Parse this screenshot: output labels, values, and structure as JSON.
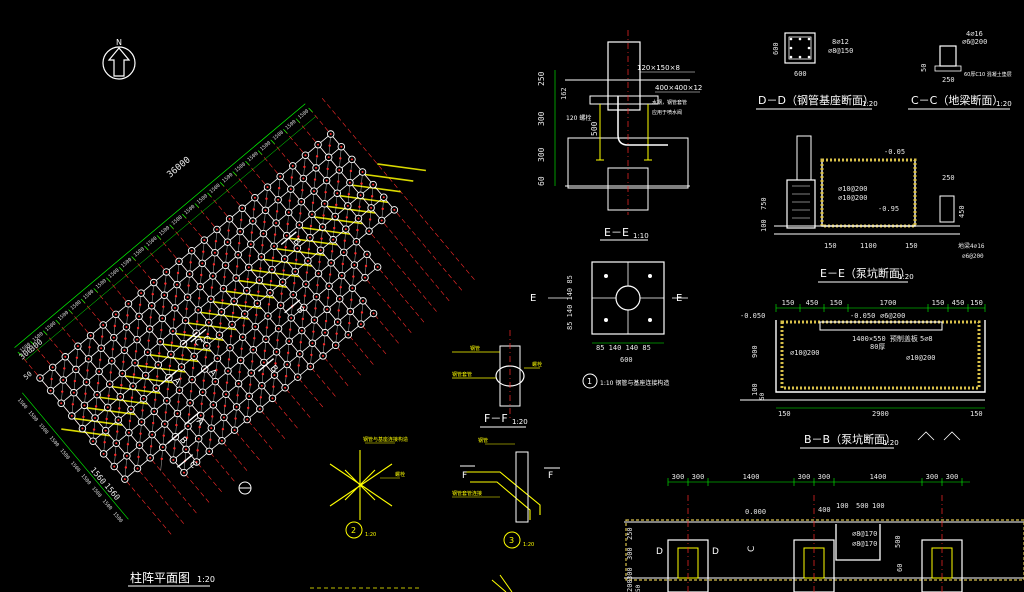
{
  "titles": {
    "plan": "柱阵平面图",
    "plan_scale": "1:20",
    "sec_ee": "E－E",
    "sec_ee_scale": "1:10",
    "sec_ff": "F－F",
    "sec_ff_scale": "1:20",
    "sec_dd": "D－D（钢管基座断面）",
    "sec_dd_scale": "1:20",
    "sec_cc": "C－C（地梁断面）",
    "sec_cc_scale": "1:20",
    "sec_ee_pit": "E－E（泵坑断面）",
    "sec_ee_pit_scale": "1:20",
    "sec_bb": "B－B（泵坑断面）",
    "sec_bb_scale": "1:20",
    "detail1_num": "1",
    "detail1_text": "1:10 钢管与基座连接构造"
  },
  "north": {
    "label": "N"
  },
  "plan_dims": {
    "overall": "36000",
    "left_a": "300",
    "left_b": "300",
    "left_c": "50",
    "bottom_a": "1560",
    "bottom_b": "1560",
    "marks": [
      "B",
      "A",
      "B",
      "C",
      "A",
      "B",
      "A",
      "C",
      "C",
      "B"
    ]
  },
  "ee": {
    "plate_top": "120×150×8",
    "plate_base": "400×400×12",
    "note1": "水钢，钢管套管",
    "note2": "应用于喷水阀",
    "left_note": "120 螺栓",
    "d1": "250",
    "d2": "162",
    "d3": "300",
    "d4": "500",
    "d5": "300",
    "d6": "60"
  },
  "base_plan": {
    "label_left": "E",
    "label_right": "E",
    "vert": "85 140 140 85",
    "horz": "85 140 140 85",
    "total": "600"
  },
  "dd": {
    "h": "600",
    "w": "600",
    "rebar1": "8⌀12",
    "rebar2": "⌀8@150"
  },
  "cc": {
    "rebar1": "4⌀16",
    "rebar2": "⌀6@200",
    "h": "50",
    "w": "250",
    "note": "60厚C10 混凝土垫层"
  },
  "pit_ee": {
    "lvl1": "-0.05",
    "lvl2": "-0.95",
    "r1": "⌀10@200",
    "r2": "⌀10@200",
    "d_left": "750",
    "d_bot": "100",
    "w1": "150",
    "w2": "1100",
    "w3": "150",
    "beam_w": "250",
    "beam_h": "450",
    "beam_r": "地梁4⌀16",
    "beam_s": "⌀6@200"
  },
  "pit_bb": {
    "top": [
      "150",
      "450",
      "150",
      "1700",
      "150",
      "450",
      "150"
    ],
    "lvl_a": "-0.050",
    "lvl_b": "-0.050",
    "r_top": "⌀6@200",
    "note_a": "1400×550 预制盖板",
    "note_b": "80厚",
    "note_c": "5⌀8",
    "r_left": "⌀10@200",
    "r_mid": "⌀10@200",
    "h1": "900",
    "h2": "100",
    "h3": "50",
    "bot_l": "150",
    "bot_m": "2900",
    "bot_r": "150"
  },
  "bottom_strip": {
    "top": [
      "300",
      "300",
      "1400",
      "300",
      "300",
      "1400",
      "300",
      "300"
    ],
    "lvl": "0.000",
    "mid": [
      "400",
      "100",
      "500",
      "100"
    ],
    "rebar": "⌀8@170",
    "rebar2": "⌀8@170",
    "marks": [
      "D",
      "D",
      "C"
    ],
    "left_dims": [
      "250",
      "300",
      "300",
      "200",
      "50"
    ],
    "right_dim": "500",
    "right_dim2": "60"
  },
  "ff": {
    "n1": "钢管",
    "n2": "钢管套管",
    "n3": "螺栓",
    "n4": "钢管与基座连接"
  },
  "details": {
    "d2_note1": "钢管与基座连接构造",
    "d2_note2": "螺栓",
    "d3_note1": "钢管",
    "d3_note2": "钢管套管连接",
    "bubble2": "2",
    "bubble3": "3",
    "bubble2_scale": "1:20",
    "bubble3_scale": "1:20"
  },
  "colors": {
    "bg": "#000000",
    "line": "#ffffff",
    "red": "#ff2a2a",
    "yellow": "#ffff00",
    "green": "#00ff00",
    "cyan": "#00ffff",
    "magenta": "#ff66ff",
    "hatch": "#d8c04a"
  }
}
